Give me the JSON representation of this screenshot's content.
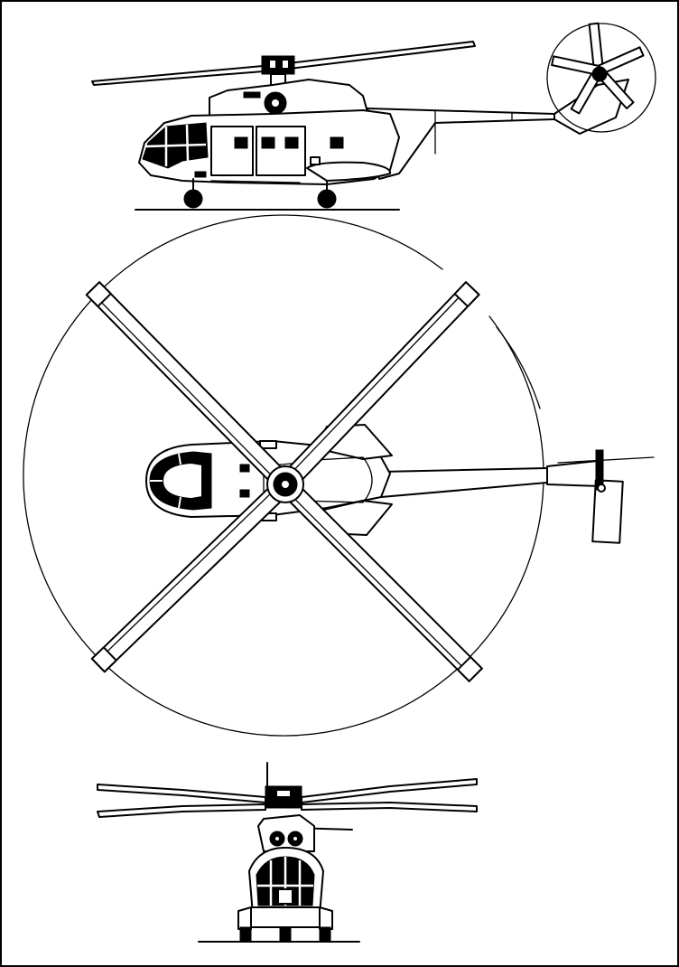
{
  "drawing": {
    "views": [
      "side-view",
      "top-view",
      "front-view"
    ],
    "colors": {
      "line": "#000000",
      "paper": "#ffffff"
    }
  }
}
